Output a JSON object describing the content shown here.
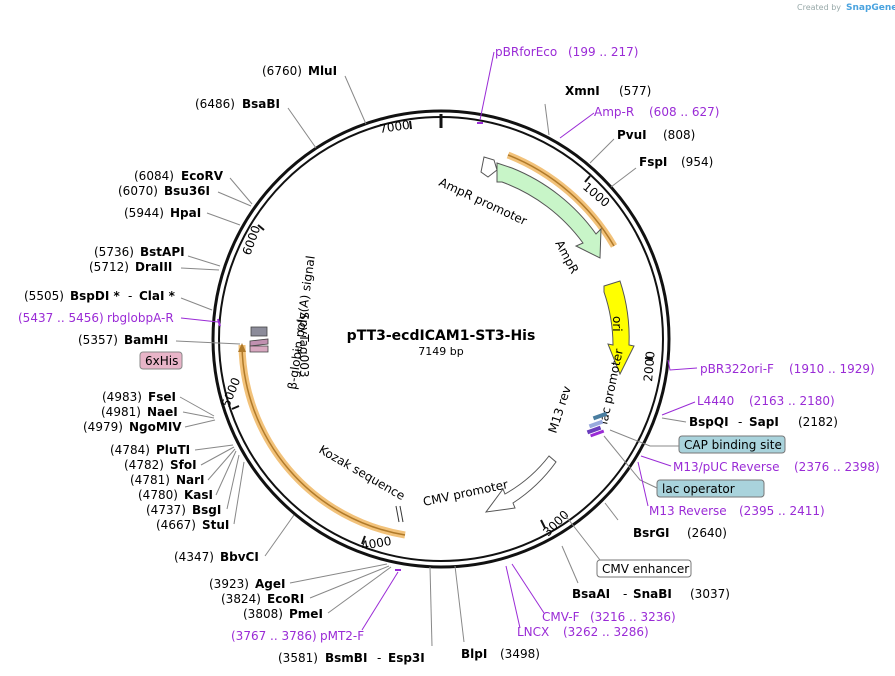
{
  "header": {
    "created_by": "Created by",
    "brand": "SnapGene"
  },
  "plasmid": {
    "name": "pTT3-ecdICAM1-ST3-His",
    "size": "7149 bp"
  },
  "ticks": [
    "1000",
    "2000",
    "3000",
    "4000",
    "5000",
    "6000",
    "7000"
  ],
  "features": {
    "ampr_promoter": "AmpR promoter",
    "ampr": "AmpR",
    "ori": "ori",
    "lac_promoter": "lac promoter",
    "m13_rev": "M13 rev",
    "cmv_promoter": "CMV promoter",
    "kozak": "Kozak sequence",
    "spytag": "SpyTag003",
    "globin": "β-globin poly(A) signal"
  },
  "boxed": {
    "his": "6xHis",
    "cap": "CAP binding site",
    "lac_operator": "lac operator",
    "cmv_enhancer": "CMV enhancer"
  },
  "sites": {
    "mlui": {
      "name": "MluI",
      "pos": "(6760)"
    },
    "bsabi": {
      "name": "BsaBI",
      "pos": "(6486)"
    },
    "ecorv": {
      "name": "EcoRV",
      "pos": "(6084)"
    },
    "bsu36i": {
      "name": "Bsu36I",
      "pos": "(6070)"
    },
    "hpai": {
      "name": "HpaI",
      "pos": "(5944)"
    },
    "bstapi": {
      "name": "BstAPI",
      "pos": "(5736)"
    },
    "draiii": {
      "name": "DraIII",
      "pos": "(5712)"
    },
    "bspdi": {
      "name": "BspDI *",
      "sep": "-",
      "name2": "ClaI *",
      "pos": "(5505)"
    },
    "bamhi": {
      "name": "BamHI",
      "pos": "(5357)"
    },
    "fsei": {
      "name": "FseI",
      "pos": "(4983)"
    },
    "naei": {
      "name": "NaeI",
      "pos": "(4981)"
    },
    "ngomiv": {
      "name": "NgoMIV",
      "pos": "(4979)"
    },
    "pluti": {
      "name": "PluTI",
      "pos": "(4784)"
    },
    "sfoi": {
      "name": "SfoI",
      "pos": "(4782)"
    },
    "nari": {
      "name": "NarI",
      "pos": "(4781)"
    },
    "kasi": {
      "name": "KasI",
      "pos": "(4780)"
    },
    "bsgi": {
      "name": "BsgI",
      "pos": "(4737)"
    },
    "stui": {
      "name": "StuI",
      "pos": "(4667)"
    },
    "bbvci": {
      "name": "BbvCI",
      "pos": "(4347)"
    },
    "agei": {
      "name": "AgeI",
      "pos": "(3923)"
    },
    "ecori": {
      "name": "EcoRI",
      "pos": "(3824)"
    },
    "pmei": {
      "name": "PmeI",
      "pos": "(3808)"
    },
    "bsmbi": {
      "name": "BsmBI",
      "sep": "-",
      "name2": "Esp3I",
      "pos": "(3581)"
    },
    "blpi": {
      "name": "BlpI",
      "pos": "(3498)"
    },
    "bsaai": {
      "name": "BsaAI",
      "sep": "-",
      "name2": "SnaBI",
      "pos": "(3037)"
    },
    "bsrgi": {
      "name": "BsrGI",
      "pos": "(2640)"
    },
    "bspqi": {
      "name": "BspQI",
      "sep": "-",
      "name2": "SapI",
      "pos": "(2182)"
    },
    "xmni": {
      "name": "XmnI",
      "pos": "(577)"
    },
    "pvui": {
      "name": "PvuI",
      "pos": "(808)"
    },
    "fspi": {
      "name": "FspI",
      "pos": "(954)"
    }
  },
  "primers": {
    "pbrforeco": {
      "name": "pBRforEco",
      "range": "(199 .. 217)"
    },
    "ampr": {
      "name": "Amp-R",
      "range": "(608 .. 627)"
    },
    "pbr322ori": {
      "name": "pBR322ori-F",
      "range": "(1910 .. 1929)"
    },
    "l4440": {
      "name": "L4440",
      "range": "(2163 .. 2180)"
    },
    "m13puc": {
      "name": "M13/pUC Reverse",
      "range": "(2376 .. 2398)"
    },
    "m13rev": {
      "name": "M13 Reverse",
      "range": "(2395 .. 2411)"
    },
    "cmvf": {
      "name": "CMV-F",
      "range": "(3216 .. 3236)"
    },
    "lncx": {
      "name": "LNCX",
      "range": "(3262 .. 3286)"
    },
    "pmt2f": {
      "name": "pMT2-F",
      "range": "(3767 .. 3786)"
    },
    "rbglobpa": {
      "name": "rbglobpA-R",
      "range": "(5437 .. 5456)"
    }
  },
  "colors": {
    "backbone": "#111111",
    "primer": "#9a2bd6",
    "ampr_fill": "#c8f5c8",
    "ori_fill": "#ffff00",
    "orf_glow": "#f2c27a",
    "box_fill": "#a9d3dc",
    "his_fill": "#e8b4c8"
  }
}
